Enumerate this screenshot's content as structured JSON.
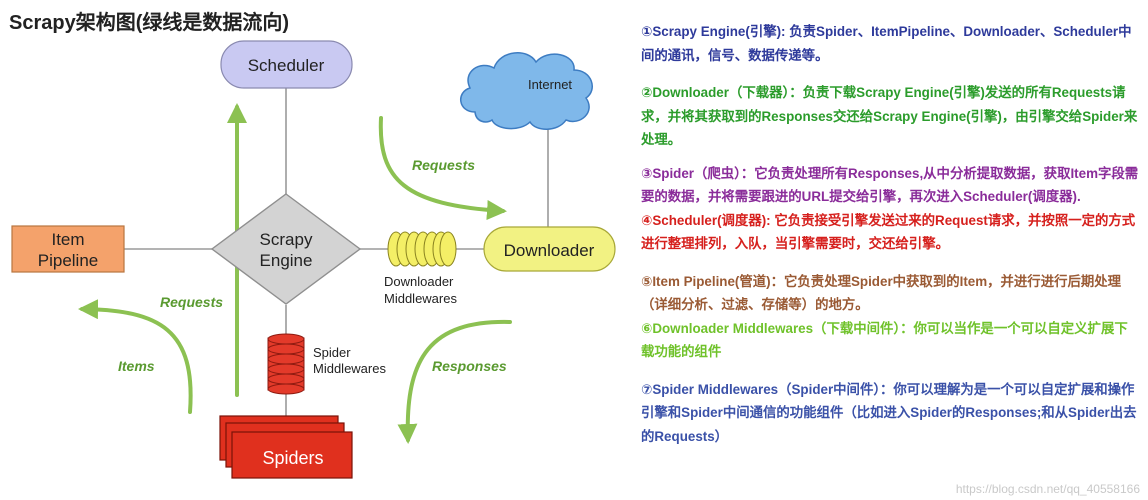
{
  "title": "Scrapy架构图(绿线是数据流向)",
  "nodes": {
    "scheduler": "Scheduler",
    "internet": "Internet",
    "item_pipeline": [
      "Item",
      "Pipeline"
    ],
    "engine": [
      "Scrapy",
      "Engine"
    ],
    "downloader": "Downloader",
    "downloader_middlewares": [
      "Downloader",
      "Middlewares"
    ],
    "spider_middlewares": [
      "Spider",
      "Middlewares"
    ],
    "spiders": "Spiders"
  },
  "flow_labels": {
    "requests_top": "Requests",
    "requests_left": "Requests",
    "items": "Items",
    "responses": "Responses"
  },
  "descriptions": [
    {
      "text": "①Scrapy Engine(引擎): 负责Spider、ItemPipeline、Downloader、Scheduler中间的通讯，信号、数据传递等。",
      "color": "#2e3a9b"
    },
    {
      "text": "②Downloader（下载器）：负责下载Scrapy Engine(引擎)发送的所有Requests请求，并将其获取到的Responses交还给Scrapy Engine(引擎)，由引擎交给Spider来处理。",
      "color": "#2b9c2b"
    },
    {
      "text": "③Spider（爬虫）：它负责处理所有Responses,从中分析提取数据，获取Item字段需要的数据，并将需要跟进的URL提交给引擎，再次进入Scheduler(调度器).",
      "color": "#8a2c9a"
    },
    {
      "text": "④Scheduler(调度器): 它负责接受引擎发送过来的Request请求，并按照一定的方式进行整理排列，入队，当引擎需要时，交还给引擎。",
      "color": "#d6201d"
    },
    {
      "text": "⑤Item Pipeline(管道)：它负责处理Spider中获取到的Item，并进行进行后期处理（详细分析、过滤、存储等）的地方。",
      "color": "#9a5a34"
    },
    {
      "text": "⑥Downloader Middlewares（下载中间件）：你可以当作是一个可以自定义扩展下载功能的组件",
      "color": "#6fc22a"
    },
    {
      "text": "⑦Spider Middlewares（Spider中间件）：你可以理解为是一个可以自定扩展和操作引擎和Spider中间通信的功能组件（比如进入Spider的Responses;和从Spider出去的Requests）",
      "color": "#3a51a8"
    }
  ],
  "watermark": "https://blog.csdn.net/qq_40558166",
  "colors": {
    "flow_arrow": "#8cc152",
    "scheduler_fill": "#c9c9f2",
    "internet_fill": "#7fb8ea",
    "pipeline_fill": "#f4a26b",
    "engine_fill": "#d3d3d3",
    "downloader_fill": "#f2f283",
    "middleware_yellow": "#f4ef66",
    "middleware_red": "#e33a2a",
    "spiders_fill": "#e0301e"
  }
}
